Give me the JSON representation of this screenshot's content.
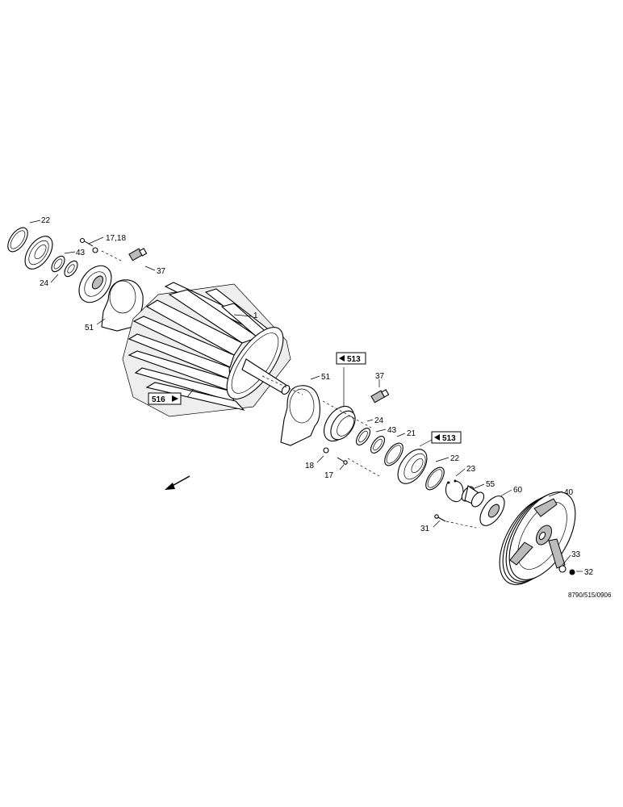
{
  "diagram": {
    "labels": {
      "l22a": "22",
      "l1718": "17,18",
      "l43a": "43",
      "l37a": "37",
      "l24a": "24",
      "l51a": "51",
      "l1": "1",
      "l51b": "51",
      "l37b": "37",
      "l24b": "24",
      "l43b": "43",
      "l21": "21",
      "l18": "18",
      "l17": "17",
      "l22b": "22",
      "l23": "23",
      "l55": "55",
      "l60": "60",
      "l40": "40",
      "l31": "31",
      "l33": "33",
      "l32": "32"
    },
    "refs": {
      "r513a": "513",
      "r513b": "513",
      "r516": "516"
    },
    "drawing_code": "8790/515/0906"
  }
}
